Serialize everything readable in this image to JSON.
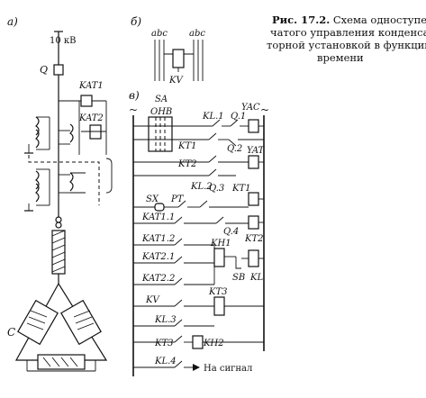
{
  "caption": {
    "lines": [
      {
        "bold": "Рис. 17.2.",
        "text": " Схема одноступен-"
      },
      {
        "bold": "",
        "text": "чатого управления конденса-"
      },
      {
        "bold": "",
        "text": "торной установкой в функции"
      },
      {
        "bold": "",
        "text": "времени"
      }
    ]
  },
  "panel_a": {
    "label": "а)",
    "voltage": "10 кВ",
    "breaker": "Q",
    "relay_1": "KAT1",
    "relay_2": "KAT2",
    "capacitor": "C"
  },
  "panel_b": {
    "label": "б)",
    "bus_left": "abc",
    "bus_right": "abc",
    "relay": "KV"
  },
  "panel_v": {
    "label": "в)",
    "bus_left_sign": "~",
    "bus_right_sign": "~",
    "switch_sa": "SA",
    "switch_modes": "OHB",
    "rows": {
      "kl1": "KL.1",
      "q1": "Q.1",
      "yac": "YAC",
      "kt1a": "KT1",
      "q2": "Q.2",
      "kt2a": "KT2",
      "yat": "YAT",
      "kl2": "KL.2",
      "sx": "SX",
      "pt": "PT",
      "q3": "Q.3",
      "kt1b": "KT1",
      "q4": "Q.4",
      "kat11": "KAT1.1",
      "kt2b": "KT2",
      "kh1": "KH1",
      "kat12": "KAT1.2",
      "sb": "SB",
      "kl": "KL",
      "kat21": "KAT2.1",
      "kat22": "KAT2.2",
      "kv": "KV",
      "kt3a": "KT3",
      "kl3": "KL.3",
      "kt3b": "KT3",
      "kh2": "KH2",
      "kl4": "KL.4",
      "signal": "На сигнал"
    }
  }
}
